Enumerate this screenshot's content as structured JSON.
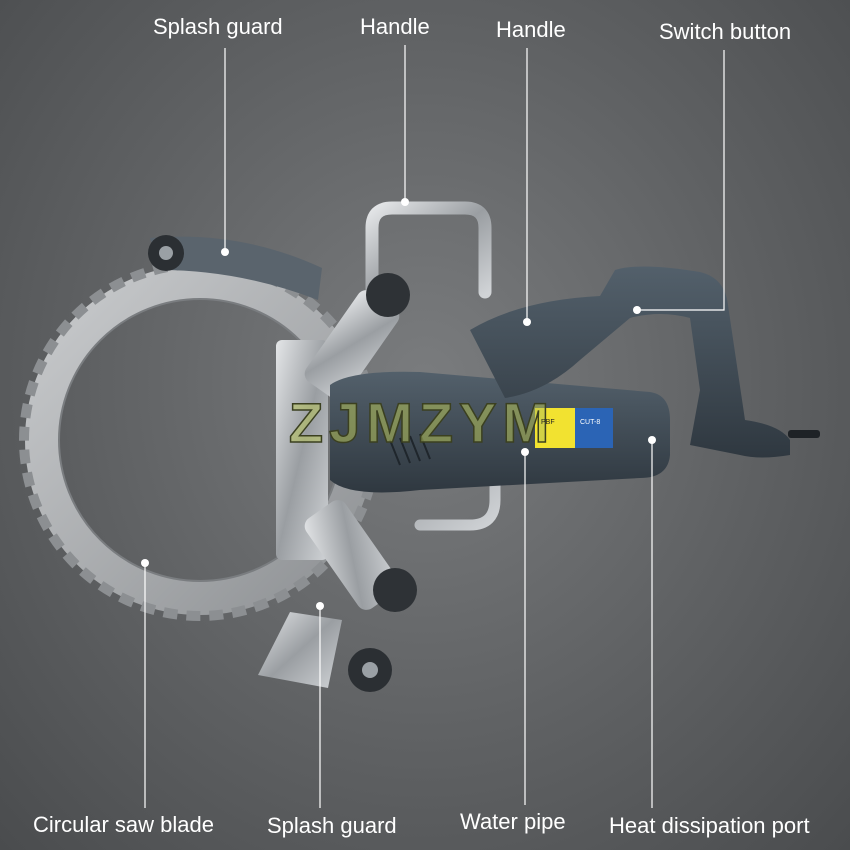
{
  "labels": {
    "top": [
      "Splash guard",
      "Handle",
      "Handle",
      "Switch button"
    ],
    "bottom": [
      "Circular saw blade",
      "Splash guard",
      "Water pipe",
      "Heat dissipation port"
    ]
  },
  "watermark": "ZJMZYM",
  "sticker": {
    "left": "PBF",
    "right": "CUT-8"
  },
  "colors": {
    "background": "#5f6163",
    "housing": "#3f4a54",
    "metal": "#b9bcbf",
    "blade": "#a6a9ac",
    "leader": "#ffffff",
    "watermark": "#b7c25a"
  },
  "icons": [
    "circular-saw-blade-icon",
    "rotary-cutter-machine-icon"
  ]
}
